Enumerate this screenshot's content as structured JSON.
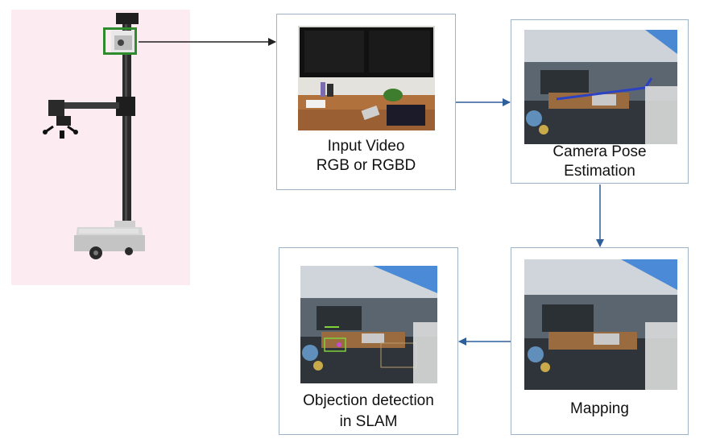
{
  "boxes": {
    "input_video": {
      "line1": "Input Video",
      "line2": "RGB or RGBD"
    },
    "camera_pose": {
      "line1": "Camera Pose",
      "line2": "Estimation"
    },
    "mapping": {
      "line1": "Mapping"
    },
    "object_detection": {
      "line1": "Objection detection",
      "line2": "in SLAM"
    }
  },
  "colors": {
    "robot_panel_bg": "#fcecf1",
    "camera_highlight": "#2e8b2e",
    "arrow_black": "#222222",
    "arrow_blue": "#2f5f9a",
    "box_border": "#9fb2c6"
  },
  "icons": [
    "robot-illustration",
    "camera-highlight-box",
    "flow-arrow"
  ]
}
